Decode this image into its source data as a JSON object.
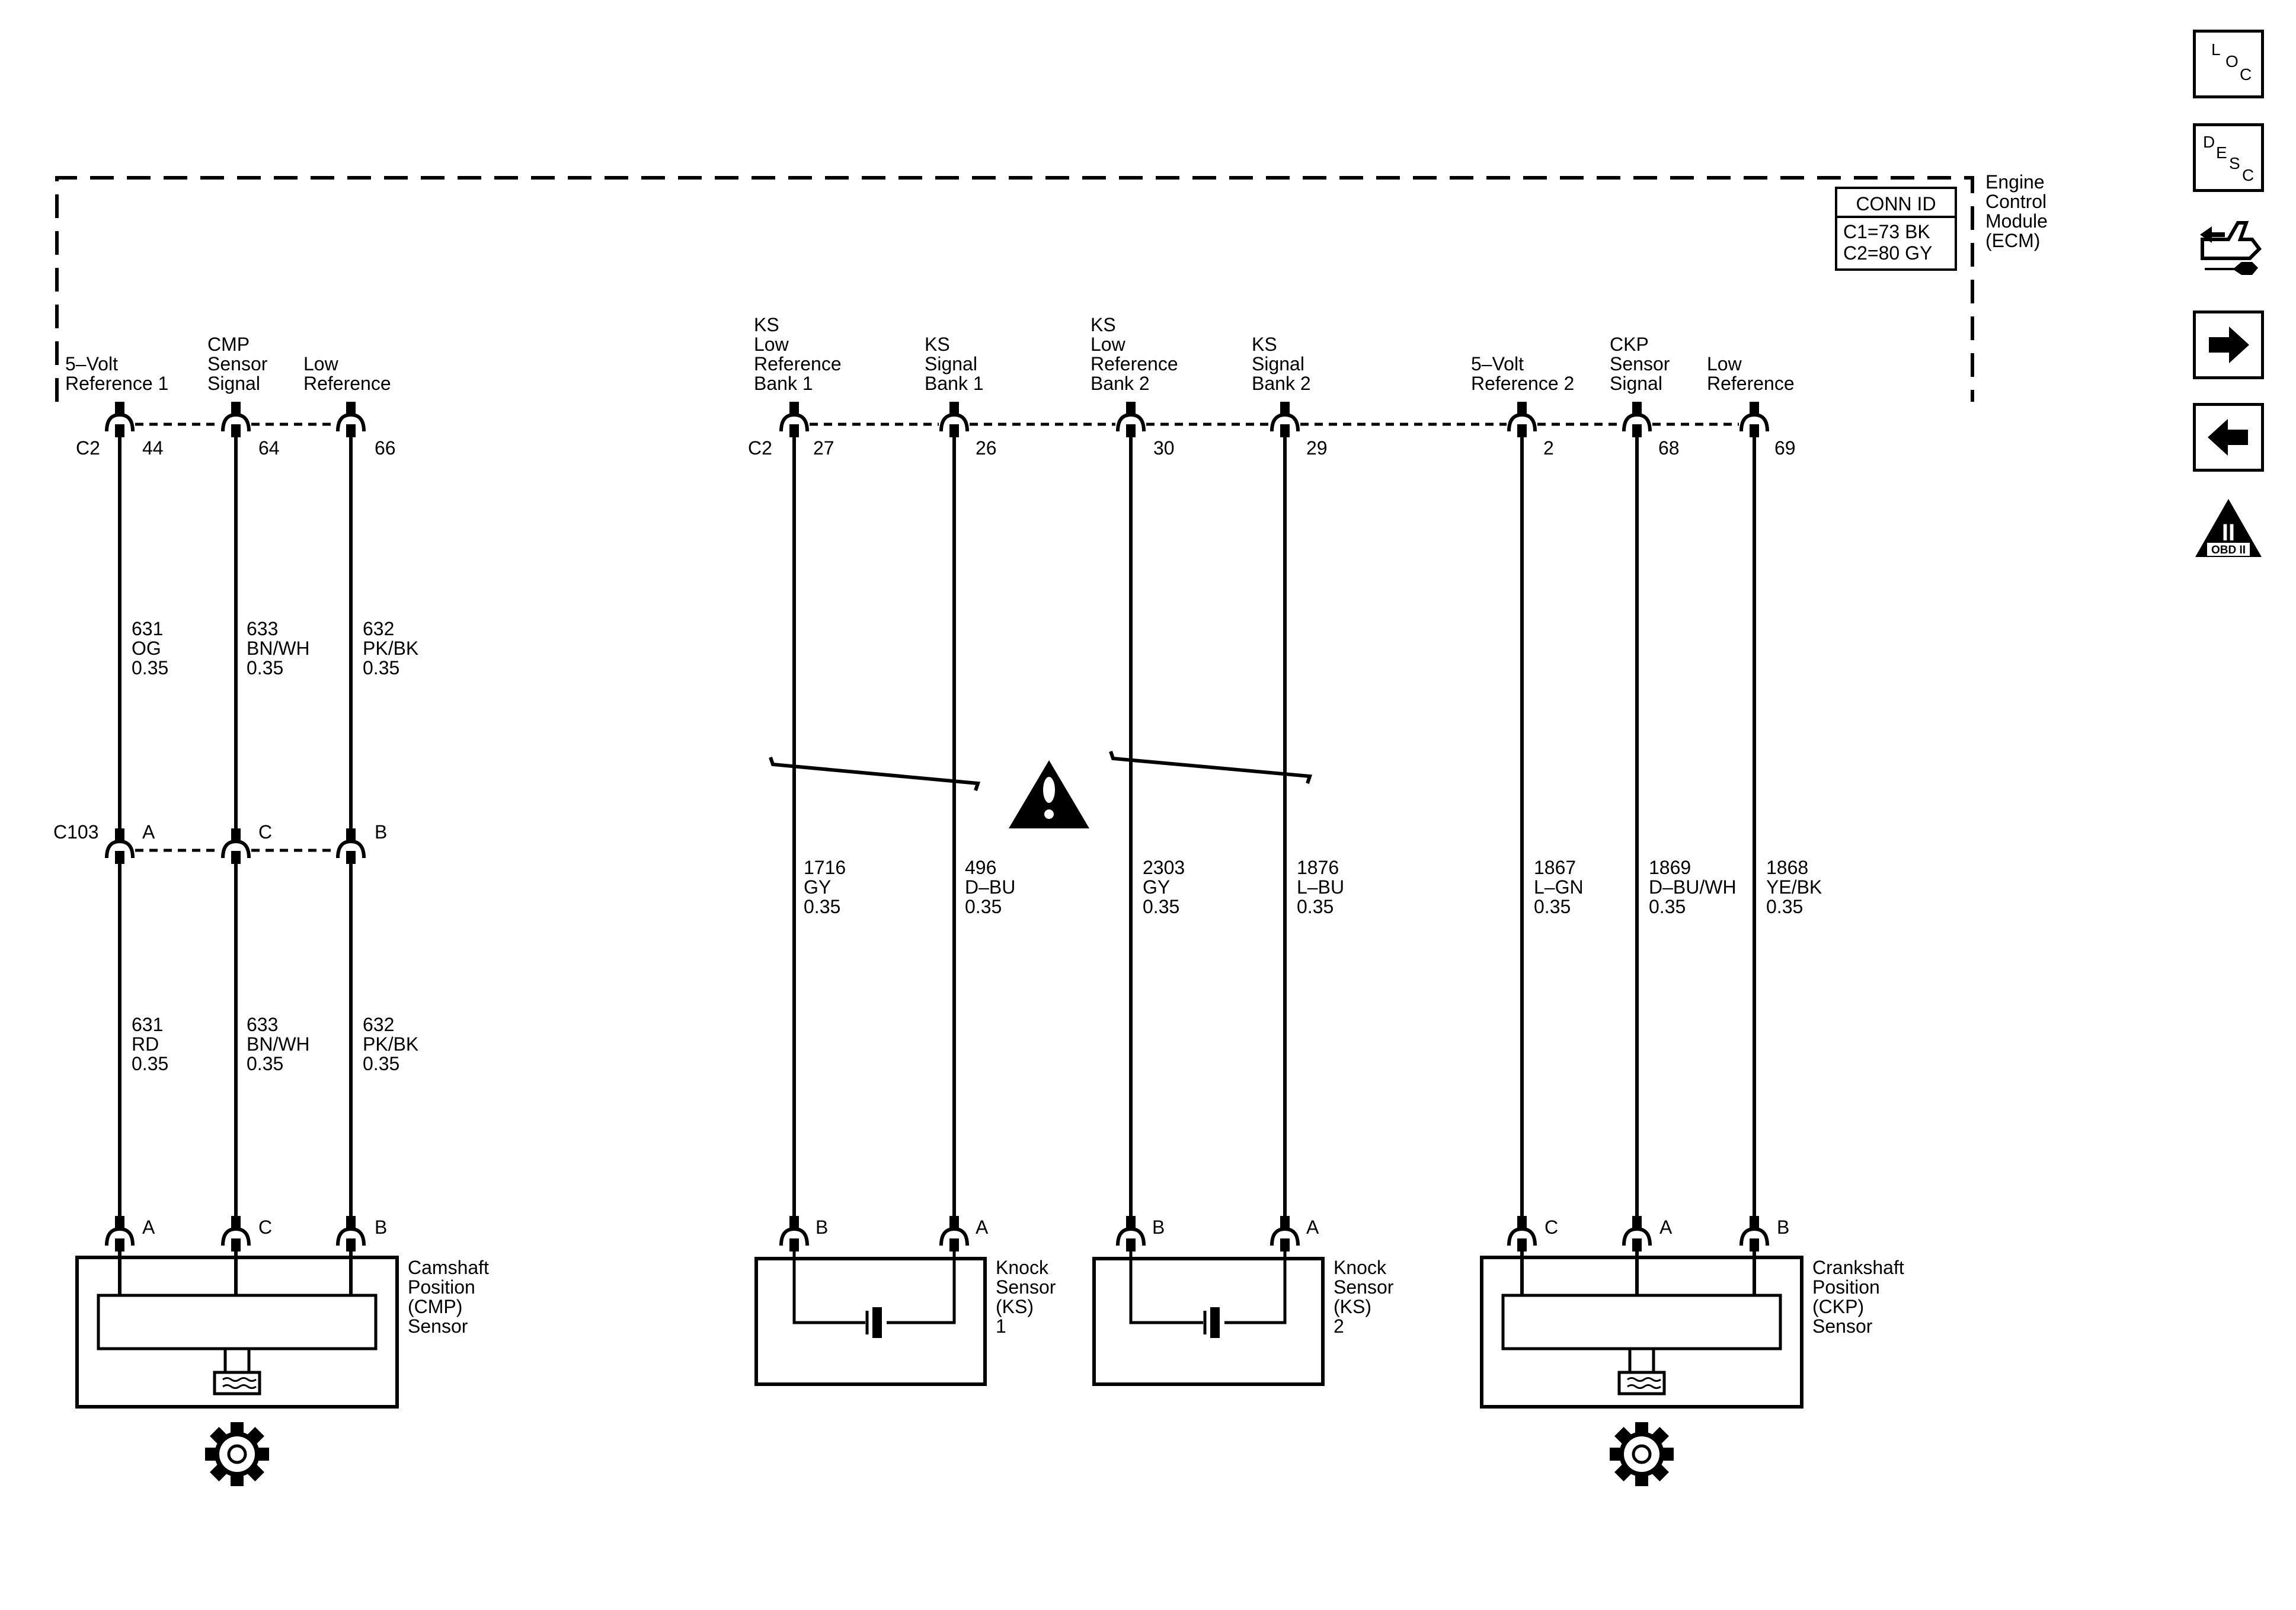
{
  "ecm": {
    "name_lines": [
      "Engine",
      "Control",
      "Module",
      "(ECM)"
    ],
    "conn_id": {
      "title": "CONN ID",
      "rows": [
        "C1=73 BK",
        "C2=80 GY"
      ]
    },
    "pins": [
      {
        "label": [
          "5–Volt",
          "Reference 1"
        ],
        "pin": "44"
      },
      {
        "label": [
          "CMP",
          "Sensor",
          "Signal"
        ],
        "pin": "64"
      },
      {
        "label": [
          "Low",
          "Reference"
        ],
        "pin": "66"
      },
      {
        "label": [
          "KS",
          "Low",
          "Reference",
          "Bank 1"
        ],
        "pin": "27"
      },
      {
        "label": [
          "KS",
          "Signal",
          "Bank 1"
        ],
        "pin": "26"
      },
      {
        "label": [
          "KS",
          "Low",
          "Reference",
          "Bank 2"
        ],
        "pin": "30"
      },
      {
        "label": [
          "KS",
          "Signal",
          "Bank 2"
        ],
        "pin": "29"
      },
      {
        "label": [
          "5–Volt",
          "Reference 2"
        ],
        "pin": "2"
      },
      {
        "label": [
          "CKP",
          "Sensor",
          "Signal"
        ],
        "pin": "68"
      },
      {
        "label": [
          "Low",
          "Reference"
        ],
        "pin": "69"
      }
    ],
    "connector_labels": [
      "C2",
      "C2"
    ]
  },
  "inline_connector": {
    "name": "C103",
    "pins": [
      "A",
      "C",
      "B"
    ]
  },
  "wires_upper": [
    [
      "631",
      "OG",
      "0.35"
    ],
    [
      "633",
      "BN/WH",
      "0.35"
    ],
    [
      "632",
      "PK/BK",
      "0.35"
    ]
  ],
  "wires_lower": [
    [
      "631",
      "RD",
      "0.35"
    ],
    [
      "633",
      "BN/WH",
      "0.35"
    ],
    [
      "632",
      "PK/BK",
      "0.35"
    ],
    [
      "1716",
      "GY",
      "0.35"
    ],
    [
      "496",
      "D–BU",
      "0.35"
    ],
    [
      "2303",
      "GY",
      "0.35"
    ],
    [
      "1876",
      "L–BU",
      "0.35"
    ],
    [
      "1867",
      "L–GN",
      "0.35"
    ],
    [
      "1869",
      "D–BU/WH",
      "0.35"
    ],
    [
      "1868",
      "YE/BK",
      "0.35"
    ]
  ],
  "components": [
    {
      "name": [
        "Camshaft",
        "Position",
        "(CMP)",
        "Sensor"
      ],
      "pins": [
        "A",
        "C",
        "B"
      ]
    },
    {
      "name": [
        "Knock",
        "Sensor",
        "(KS)",
        "1"
      ],
      "pins": [
        "B",
        "A"
      ]
    },
    {
      "name": [
        "Knock",
        "Sensor",
        "(KS)",
        "2"
      ],
      "pins": [
        "B",
        "A"
      ]
    },
    {
      "name": [
        "Crankshaft",
        "Position",
        "(CKP)",
        "Sensor"
      ],
      "pins": [
        "C",
        "A",
        "B"
      ]
    }
  ],
  "side_icons": {
    "loc": [
      "L",
      "O",
      "C"
    ],
    "desc": [
      "D",
      "E",
      "S",
      "C"
    ],
    "obd": {
      "numeral": "II",
      "text": "OBD II"
    }
  },
  "colors": {
    "ink": "#000000",
    "background": "#ffffff"
  }
}
